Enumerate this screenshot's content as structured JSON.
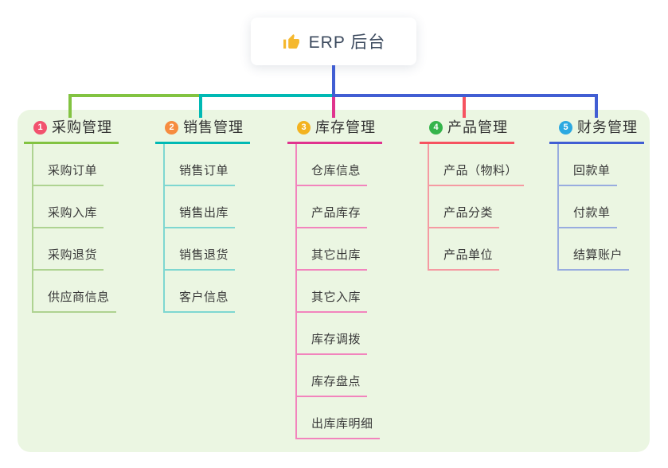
{
  "root": {
    "label": "ERP 后台",
    "icon": "thumbs-up-icon",
    "icon_color": "#f5b82e",
    "text_color": "#3c4a5e"
  },
  "canvas": {
    "panel_bg": "#ebf6e2",
    "page_bg": "#ffffff",
    "root_connector_color": "#415ed3"
  },
  "branches": [
    {
      "index": "1",
      "label": "采购管理",
      "badge_color": "#f2526e",
      "line_color": "#82c341",
      "child_line_color": "#aed391",
      "children": [
        "采购订单",
        "采购入库",
        "采购退货",
        "供应商信息"
      ]
    },
    {
      "index": "2",
      "label": "销售管理",
      "badge_color": "#f68c3f",
      "line_color": "#00b9b4",
      "child_line_color": "#7ed7d1",
      "children": [
        "销售订单",
        "销售出库",
        "销售退货",
        "客户信息"
      ]
    },
    {
      "index": "3",
      "label": "库存管理",
      "badge_color": "#f3b320",
      "line_color": "#e0338e",
      "child_line_color": "#f284bd",
      "children": [
        "仓库信息",
        "产品库存",
        "其它出库",
        "其它入库",
        "库存调拨",
        "库存盘点",
        "出库库明细"
      ]
    },
    {
      "index": "4",
      "label": "产品管理",
      "badge_color": "#35b44b",
      "line_color": "#f65360",
      "child_line_color": "#f59aa2",
      "children": [
        "产品（物料）",
        "产品分类",
        "产品单位"
      ]
    },
    {
      "index": "5",
      "label": "财务管理",
      "badge_color": "#2ca9e1",
      "line_color": "#415ed3",
      "child_line_color": "#98acdf",
      "children": [
        "回款单",
        "付款单",
        "结算账户"
      ]
    }
  ]
}
